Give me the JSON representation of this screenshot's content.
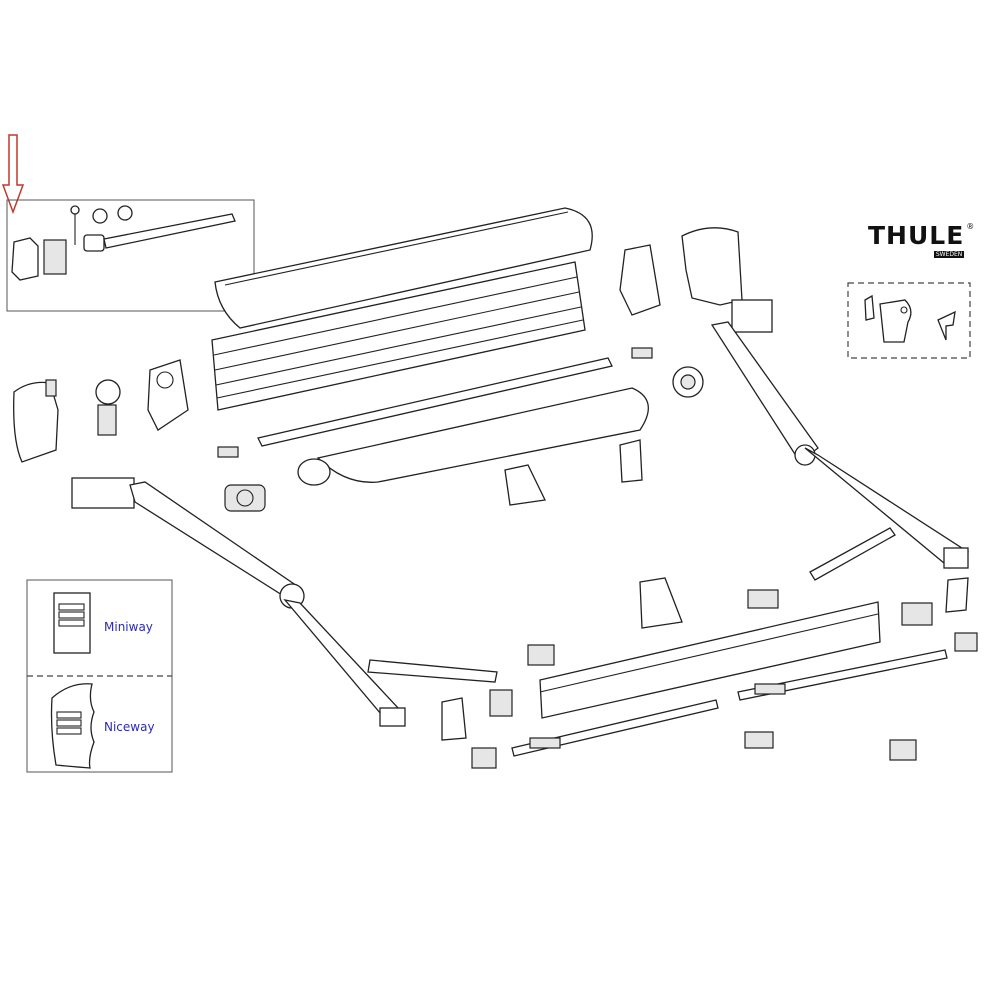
{
  "brand": {
    "logo_text": "THULE",
    "logo_sub": "SWEDEN",
    "registered": "®"
  },
  "remotes": [
    {
      "label": "Miniway"
    },
    {
      "label": "Niceway"
    }
  ],
  "colors": {
    "arrow": "#c0392b",
    "label_text": "#2b2bb8",
    "line_art": "#222222",
    "marker": "#2233dd"
  },
  "indicator": {
    "icon": "down-arrow-icon"
  }
}
